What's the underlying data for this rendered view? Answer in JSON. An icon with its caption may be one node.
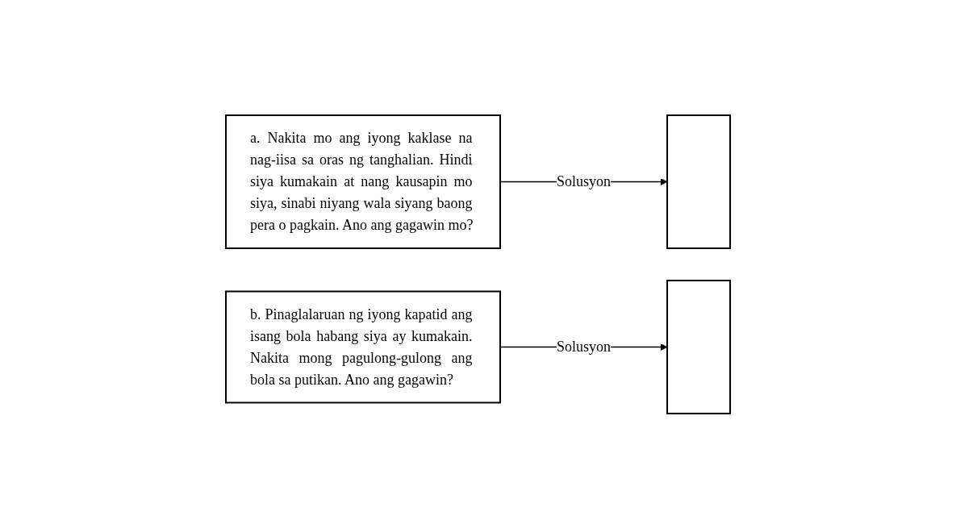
{
  "diagram": {
    "nodes": [
      {
        "text": [
          "a. Nakita mo ang iyong kaklase na nag-iisa sa oras ng tanghalian. Hindi siya kumakain at nang kausapin mo siya, sinabi niyang wala siyang baong pera o pagkain. Ano ang gagawin mo?"
        ]
      },
      {
        "text": [],
        "shape": "box"
      },
      {
        "text": [
          "b. Pinaglalaruan ng iyong kapatid ang isang bola habang siya ay kumakain. Nakita mong pagulong-gulong ang bola sa putikan. Ano ang gagawin?"
        ]
      },
      {
        "text": [],
        "shape": "box"
      }
    ],
    "edges": [
      {
        "from": 0,
        "to": 1,
        "arrow": "to",
        "label": "Solusyon"
      },
      {
        "from": 2,
        "to": 3,
        "arrow": "to",
        "label": "Solusyon"
      }
    ]
  }
}
